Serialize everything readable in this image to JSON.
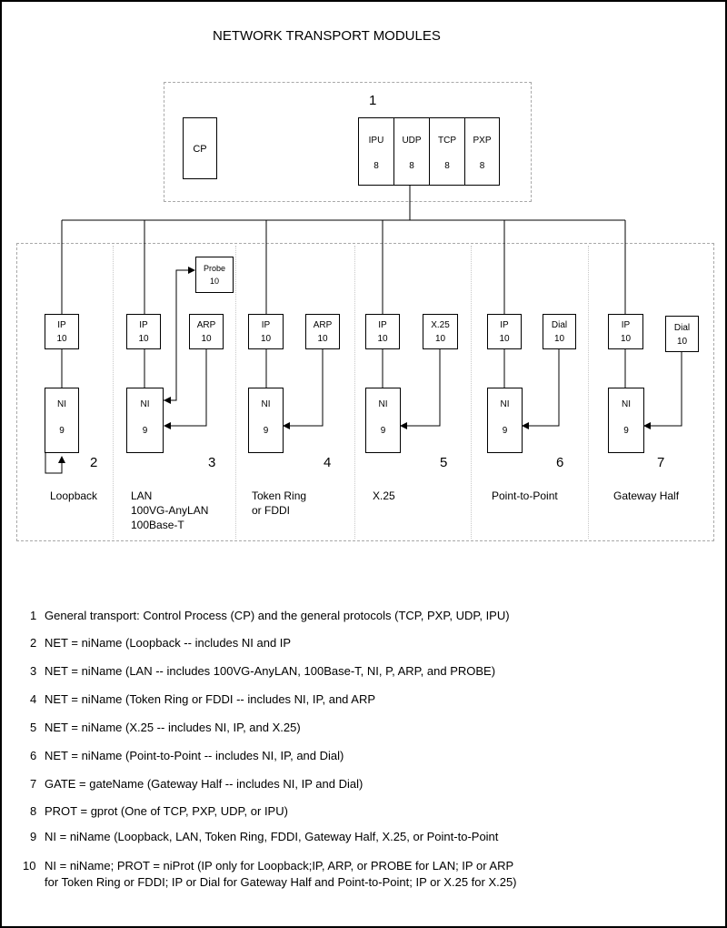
{
  "title": "NETWORK TRANSPORT MODULES",
  "general_transport": {
    "number": "1",
    "cp_label": "CP",
    "protocols": [
      {
        "name": "IPU",
        "num": "8"
      },
      {
        "name": "UDP",
        "num": "8"
      },
      {
        "name": "TCP",
        "num": "8"
      },
      {
        "name": "PXP",
        "num": "8"
      }
    ]
  },
  "probe": {
    "name": "Probe",
    "num": "10"
  },
  "networks": [
    {
      "number": "2",
      "label_lines": [
        "Loopback"
      ],
      "ip": {
        "name": "IP",
        "num": "10"
      },
      "ni": {
        "name": "NI",
        "num": "9"
      },
      "second": null
    },
    {
      "number": "3",
      "label_lines": [
        "LAN",
        "100VG-AnyLAN",
        "100Base-T"
      ],
      "ip": {
        "name": "IP",
        "num": "10"
      },
      "ni": {
        "name": "NI",
        "num": "9"
      },
      "second": {
        "name": "ARP",
        "num": "10"
      }
    },
    {
      "number": "4",
      "label_lines": [
        "Token Ring",
        "or FDDI"
      ],
      "ip": {
        "name": "IP",
        "num": "10"
      },
      "ni": {
        "name": "NI",
        "num": "9"
      },
      "second": {
        "name": "ARP",
        "num": "10"
      }
    },
    {
      "number": "5",
      "label_lines": [
        "X.25"
      ],
      "ip": {
        "name": "IP",
        "num": "10"
      },
      "ni": {
        "name": "NI",
        "num": "9"
      },
      "second": {
        "name": "X.25",
        "num": "10"
      }
    },
    {
      "number": "6",
      "label_lines": [
        "Point-to-Point"
      ],
      "ip": {
        "name": "IP",
        "num": "10"
      },
      "ni": {
        "name": "NI",
        "num": "9"
      },
      "second": {
        "name": "Dial",
        "num": "10"
      }
    },
    {
      "number": "7",
      "label_lines": [
        "Gateway Half"
      ],
      "ip": {
        "name": "IP",
        "num": "10"
      },
      "ni": {
        "name": "NI",
        "num": "9"
      },
      "second": {
        "name": "Dial",
        "num": "10"
      }
    }
  ],
  "legend": [
    {
      "num": "1",
      "lines": [
        "General transport: Control Process (CP) and the general protocols (TCP, PXP, UDP, IPU)"
      ]
    },
    {
      "num": "2",
      "lines": [
        "NET = niName (Loopback -- includes NI and IP"
      ]
    },
    {
      "num": "3",
      "lines": [
        "NET = niName (LAN  --  includes 100VG-AnyLAN, 100Base-T, NI, P, ARP, and PROBE)"
      ]
    },
    {
      "num": "4",
      "lines": [
        "NET = niName (Token Ring or FDDI  --  includes NI, IP, and ARP"
      ]
    },
    {
      "num": "5",
      "lines": [
        "NET = niName (X.25  --  includes NI, IP, and X.25)"
      ]
    },
    {
      "num": "6",
      "lines": [
        "NET = niName (Point-to-Point  --  includes NI, IP, and Dial)"
      ]
    },
    {
      "num": "7",
      "lines": [
        "GATE = gateName (Gateway Half  --  includes NI, IP and Dial)"
      ]
    },
    {
      "num": "8",
      "lines": [
        "PROT = gprot (One of TCP, PXP, UDP, or IPU)"
      ]
    },
    {
      "num": "9",
      "lines": [
        "NI = niName (Loopback, LAN, Token Ring, FDDI, Gateway Half, X.25, or Point-to-Point"
      ]
    },
    {
      "num": "10",
      "lines": [
        "NI = niName; PROT = niProt (IP only for Loopback;IP, ARP, or PROBE for LAN; IP or ARP",
        "for Token Ring or FDDI; IP or Dial for Gateway Half and Point-to-Point; IP or X.25 for X.25)"
      ]
    }
  ]
}
